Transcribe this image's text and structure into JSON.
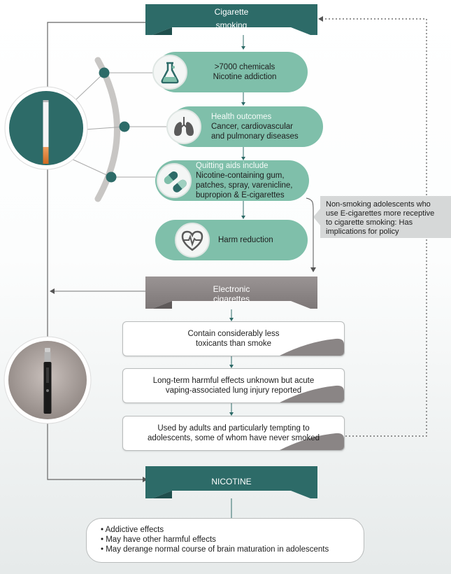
{
  "top_banner": {
    "line1": "Cigarette",
    "line2": "smoking"
  },
  "cigarette_steps": [
    {
      "title": "",
      "lines": [
        ">7000 chemicals",
        "Nicotine addiction"
      ],
      "icon": "flask-icon"
    },
    {
      "title": "Health outcomes",
      "lines": [
        "Cancer, cardiovascular",
        "and pulmonary diseases"
      ],
      "icon": "lungs-icon"
    },
    {
      "title": "Quitting aids include",
      "lines": [
        "Nicotine-containing gum,",
        "patches, spray, varenicline,",
        "bupropion & E-cigarettes"
      ],
      "icon": "pills-icon"
    },
    {
      "title": "",
      "lines": [
        "Harm reduction"
      ],
      "icon": "heart-icon"
    }
  ],
  "side_note": {
    "lines": [
      "Non-smoking adolescents who",
      "use E-cigarettes more receptive",
      "to cigarette smoking: Has",
      "implications for policy"
    ]
  },
  "ecig_banner": {
    "line1": "Electronic",
    "line2": "cigarettes"
  },
  "ecig_steps": [
    {
      "lines": [
        "Contain considerably less",
        "toxicants than smoke"
      ]
    },
    {
      "lines": [
        "Long-term harmful effects unknown but acute",
        "vaping-associated lung injury reported"
      ]
    },
    {
      "lines": [
        "Used by adults and particularly tempting to",
        "adolescents, some of whom have never smoked"
      ]
    }
  ],
  "nicotine_banner": {
    "label": "NICOTINE"
  },
  "nicotine_effects": [
    "• Addictive effects",
    "• May have other harmful effects",
    "• May derange normal course of brain maturation in adolescents"
  ],
  "colors": {
    "teal_dark": "#2d6b68",
    "teal_pill": "#7fbfaa",
    "gray_banner": "#8a8585",
    "note_gray": "#d6d8d8"
  }
}
